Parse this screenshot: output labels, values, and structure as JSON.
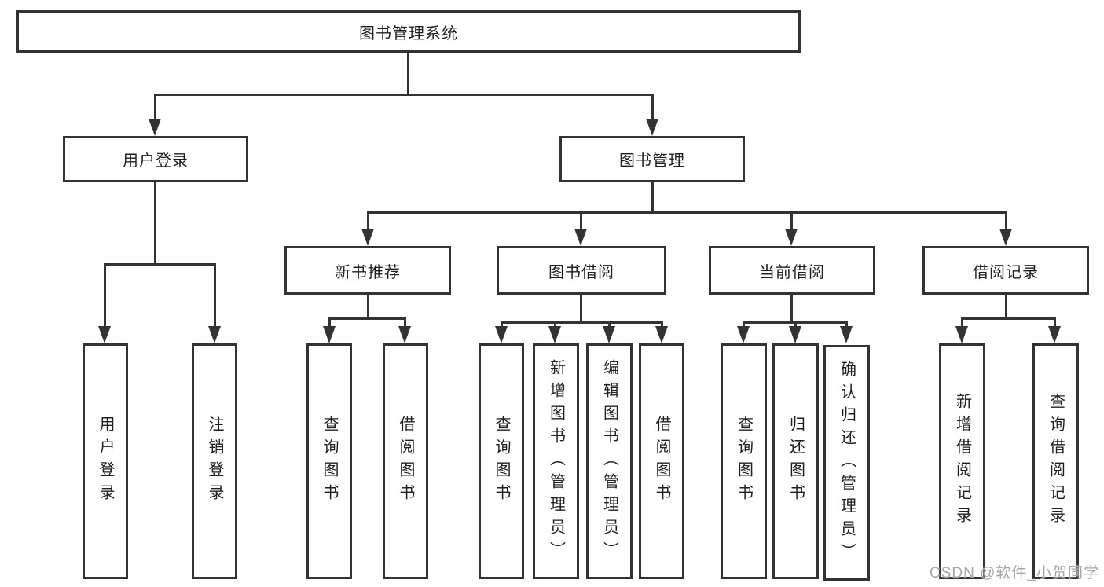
{
  "diagram": {
    "root": {
      "label": "图书管理系统"
    },
    "level2": [
      {
        "label": "用户登录"
      },
      {
        "label": "图书管理"
      }
    ],
    "level3": [
      {
        "label": "新书推荐"
      },
      {
        "label": "图书借阅"
      },
      {
        "label": "当前借阅"
      },
      {
        "label": "借阅记录"
      }
    ],
    "leaves": {
      "user_login": [
        {
          "label": "用户登录"
        },
        {
          "label": "注销登录"
        }
      ],
      "new_book_recommend": [
        {
          "label": "查询图书"
        },
        {
          "label": "借阅图书"
        }
      ],
      "book_borrowing": [
        {
          "label": "查询图书"
        },
        {
          "label": "新增图书（管理员）"
        },
        {
          "label": "编辑图书（管理员）"
        },
        {
          "label": "借阅图书"
        }
      ],
      "current_borrowing": [
        {
          "label": "查询图书"
        },
        {
          "label": "归还图书"
        },
        {
          "label": "确认归还（管理员）"
        }
      ],
      "borrowing_records": [
        {
          "label": "新增借阅记录"
        },
        {
          "label": "查询借阅记录"
        }
      ]
    },
    "watermark": "CSDN @软件_小贺同学",
    "colors": {
      "line": "#333333",
      "text": "#1f1f1f",
      "background": "#ffffff",
      "watermark": "#a6a6a6"
    }
  }
}
